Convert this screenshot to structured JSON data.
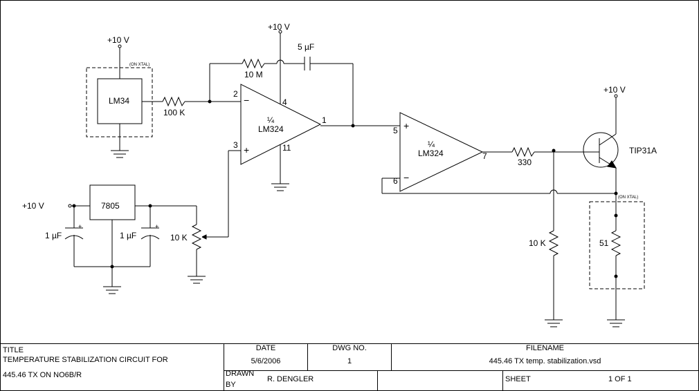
{
  "schematic": {
    "supply": "+10 V",
    "on_xtal": "(ON XTAL)",
    "u_sensor": "LM34",
    "r_input": "100 K",
    "r_feedback": "10 M",
    "c_feedback": "5 µF",
    "opamp_fraction": "¼",
    "opamp_name": "LM324",
    "opamp1_pins": {
      "inv": "2",
      "noninv": "3",
      "vcc": "4",
      "gnd": "11",
      "out": "1"
    },
    "opamp1_inv_sign": "−",
    "opamp1_noninv_sign": "+",
    "opamp2_pins": {
      "noninv": "5",
      "inv": "6",
      "out": "7"
    },
    "opamp2_noninv_sign": "+",
    "opamp2_inv_sign": "−",
    "regulator": "7805",
    "c_reg": "1 µF",
    "cap_polarity": "+",
    "pot": "10 K",
    "r_base": "330",
    "r_pulldown": "10 K",
    "transistor": "TIP31A",
    "r_heater": "51"
  },
  "title_block": {
    "title_label": "TITLE",
    "title_line1": "TEMPERATURE STABILIZATION CIRCUIT FOR",
    "title_line2": "445.46 TX ON NO6B/R",
    "date_label": "DATE",
    "date_value": "5/6/2006",
    "dwg_label": "DWG NO.",
    "dwg_value": "1",
    "filename_label": "FILENAME",
    "filename_value": "445.46 TX temp. stabilization.vsd",
    "drawn_label_1": "DRAWN",
    "drawn_label_2": "BY",
    "drawn_value": "R. DENGLER",
    "sheet_label": "SHEET",
    "sheet_value": "1 OF 1"
  }
}
